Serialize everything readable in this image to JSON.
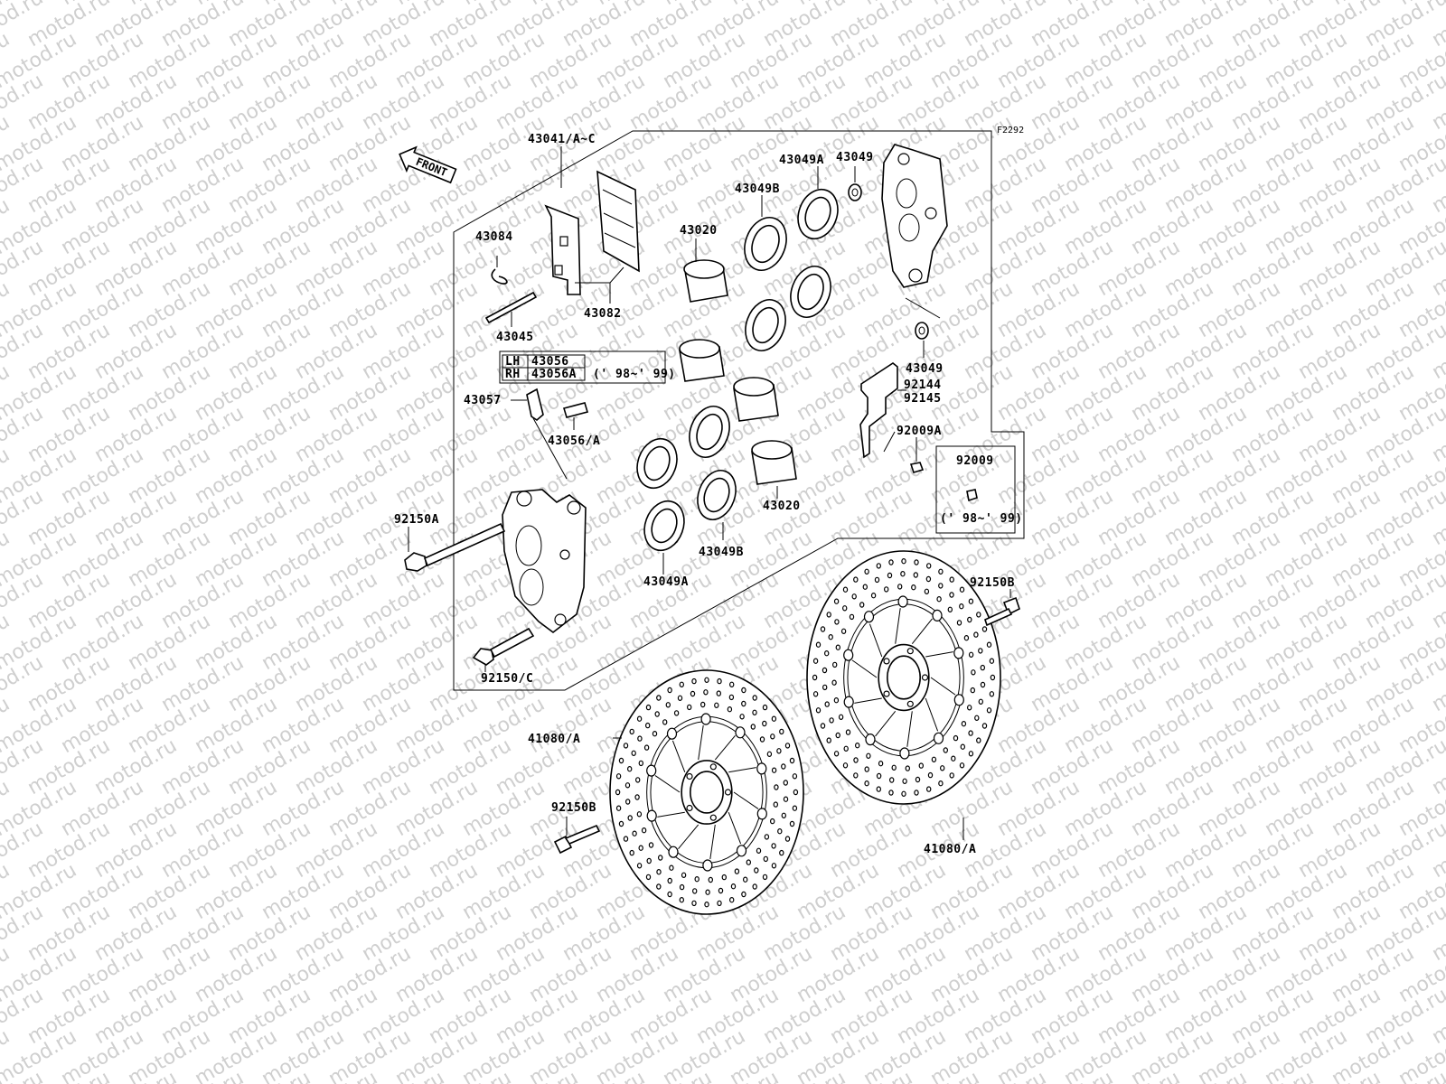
{
  "diagram": {
    "ref_code": "F2292",
    "front_label": "FRONT",
    "watermark": "motod.ru",
    "labels": {
      "l43041": "43041/A~C",
      "l43084": "43084",
      "l43045": "43045",
      "l43082": "43082",
      "l43020_top": "43020",
      "l43049B_top": "43049B",
      "l43049A_top": "43049A",
      "l43049_top": "43049",
      "l43049_mid": "43049",
      "l92144": "92144",
      "l92145": "92145",
      "l92009A": "92009A",
      "l92009": "92009",
      "l92009_years": "(' 98~' 99)",
      "l43057": "43057",
      "l43056A_fit": "43056/A",
      "l92150A": "92150A",
      "l92150C": "92150/C",
      "l43049B_low": "43049B",
      "l43049A_low": "43049A",
      "l43020_low": "43020",
      "l92150B_right": "92150B",
      "l41080_left": "41080/A",
      "l92150B_left": "92150B",
      "l41080_right": "41080/A"
    },
    "variant_table": {
      "rows": [
        {
          "side": "LH",
          "part": "43056"
        },
        {
          "side": "RH",
          "part": "43056A"
        }
      ],
      "years": "(' 98~' 99)"
    }
  }
}
